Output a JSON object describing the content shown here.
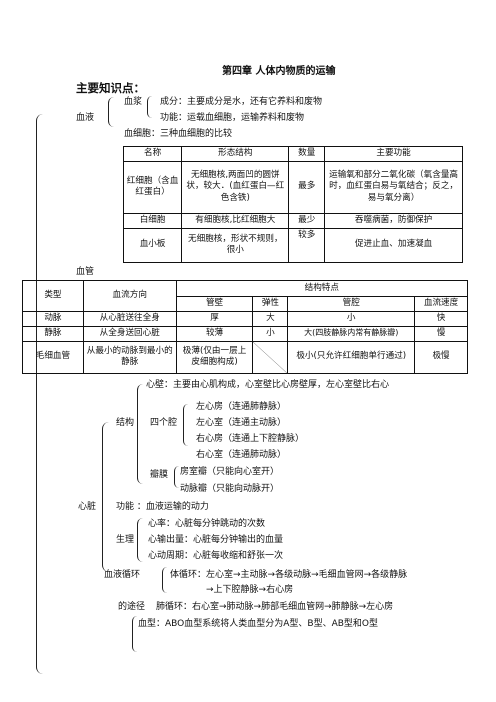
{
  "title": "第四章 人体内物质的运输",
  "heading": "主要知识点：",
  "blood": {
    "label": "血液",
    "plasma": "血浆",
    "plasma_composition": "成分：主要成分是水，还有它养料和废物",
    "plasma_function": "功能：运载血细胞，运输养料和废物",
    "cells_caption": "血细胞：三种血细胞的比较",
    "table": {
      "headers": [
        "名称",
        "形态结构",
        "数量",
        "主要功能"
      ],
      "rows": [
        [
          "红细胞（含血红蛋白）",
          "无细胞核,两面凹的圆饼状，较大．(血红蛋白—红色含铁)",
          "最多",
          "运输氧和部分二氧化碳（氧含量高时，血红蛋白易与氧结合；反之，易与氧分离）"
        ],
        [
          "白细胞",
          "有细胞核,比红细胞大",
          "最少",
          "吞噬病菌，防御保护"
        ],
        [
          "血小板",
          "无细胞核，形状不规则，很小",
          "较多",
          "促进止血、加速凝血"
        ]
      ]
    }
  },
  "vessels": {
    "label": "血管",
    "headers": {
      "type": "类型",
      "direction": "血流方向",
      "structure": "结构特点",
      "wall": "管壁",
      "elasticity": "弹性",
      "lumen": "管腔",
      "speed": "血流速度"
    },
    "rows": [
      {
        "type": "动脉",
        "direction": "从心脏送往全身",
        "wall": "厚",
        "elasticity": "大",
        "lumen": "小",
        "speed": "快"
      },
      {
        "type": "静脉",
        "direction": "从全身送回心脏",
        "wall": "较薄",
        "elasticity": "小",
        "lumen": "大(四肢静脉内常有静脉瓣)",
        "speed": "慢"
      },
      {
        "type": "毛细血管",
        "direction": "从最小的动脉到最小的静脉",
        "wall": "极薄(仅由一层上皮细胞构成)",
        "elasticity": "",
        "lumen": "极小(只允许红细胞单行通过)",
        "speed": "极慢"
      }
    ]
  },
  "heart": {
    "label": "心脏",
    "structure": "结构",
    "heart_line": "心壁：主要由心肌构成，心室壁比心房壁厚，左心室壁比右心",
    "chambers": "四个腔",
    "lv_atrium": "左心房（连通肺静脉）",
    "lv_ventricle": "左心室（连通主动脉）",
    "rv_atrium": "右心房（连通上下腔静脉）",
    "rv_ventricle": "右心室（连通肺动脉）",
    "valves": "瓣膜",
    "valve1": "房室瓣（只能向心室开）",
    "valve2": "动脉瓣（只能向动脉开）",
    "function": "功能 ：血液运输的动力",
    "physiology": "生理",
    "rate": "心率：心脏每分钟跳动的次数",
    "output": "心输出量：心脏每分钟输出的血量",
    "cycle": "心动周期：心脏每收缩和舒张一次"
  },
  "circulation": {
    "label": "血液循环",
    "path_label": "的途径",
    "systemic": "体循环：左心室→主动脉→各级动脉→毛细血管网→各级静脉",
    "systemic2": "→上下腔静脉→右心房",
    "pulmonary": "肺循环：右心室→肺动脉→肺部毛细血管网→肺静脉→左心房"
  },
  "blood_type": {
    "text": "血型：ABO血型系统将人类血型分为A型、B型、AB型和O型"
  }
}
